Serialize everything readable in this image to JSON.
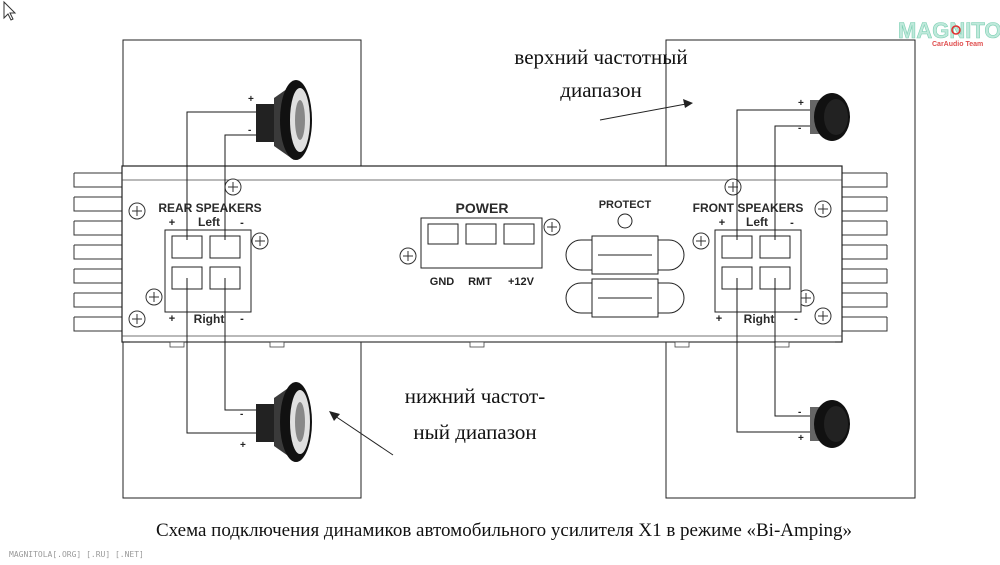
{
  "annotations": {
    "upper_line1": "верхний частотный",
    "upper_line2": "диапазон",
    "lower_line1": "нижний частот-",
    "lower_line2": "ный диапазон"
  },
  "caption": "Схема подключения динамиков автомобильного усилителя X1 в режиме «Bi-Amping»",
  "watermark_bottom": "MAGNITOLA[.ORG] [.RU] [.NET]",
  "logo": {
    "text": "MAGNITOLA",
    "subtext": "CarAudio Team"
  },
  "amplifier": {
    "rear_section_title": "REAR SPEAKERS",
    "front_section_title": "FRONT SPEAKERS",
    "left_label": "Left",
    "right_label": "Right",
    "power_title": "POWER",
    "power_pins": [
      "GND",
      "RMT",
      "+12V"
    ],
    "protect_label": "PROTECT",
    "plus": "+",
    "minus": "-"
  },
  "colors": {
    "line": "#1a1a1a",
    "logo": "#7fd0b4",
    "logo_accent": "#e03030"
  }
}
